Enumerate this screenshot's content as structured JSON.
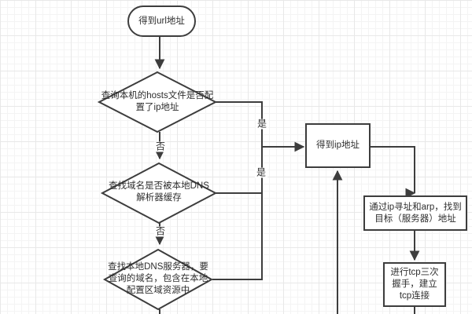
{
  "colors": {
    "stroke": "#3d3d3d",
    "text": "#2e2e2e",
    "node_fill": "#ffffff",
    "grid_minor": "#f4f4f4",
    "grid_major": "#e8e8e8"
  },
  "nodes": {
    "start": {
      "label": "得到url地址"
    },
    "check_hosts": {
      "lines": [
        "查询本机的hosts文件是否配",
        "置了ip地址"
      ]
    },
    "check_cache": {
      "lines": [
        "查找域名是否被本地DNS",
        "解析器缓存"
      ]
    },
    "check_zone": {
      "lines": [
        "查找本地DNS服务器，要",
        "查询的域名，包含在本地",
        "配置区域资源中"
      ]
    },
    "got_ip": {
      "label": "得到ip地址"
    },
    "arp": {
      "lines": [
        "通过ip寻址和arp，找到",
        "目标（服务器）地址"
      ]
    },
    "tcp": {
      "lines": [
        "进行tcp三次",
        "握手，建立",
        "tcp连接"
      ]
    }
  },
  "edge_labels": {
    "hosts_yes": "是",
    "cache_yes": "是",
    "hosts_no": "否",
    "cache_no": "否"
  }
}
